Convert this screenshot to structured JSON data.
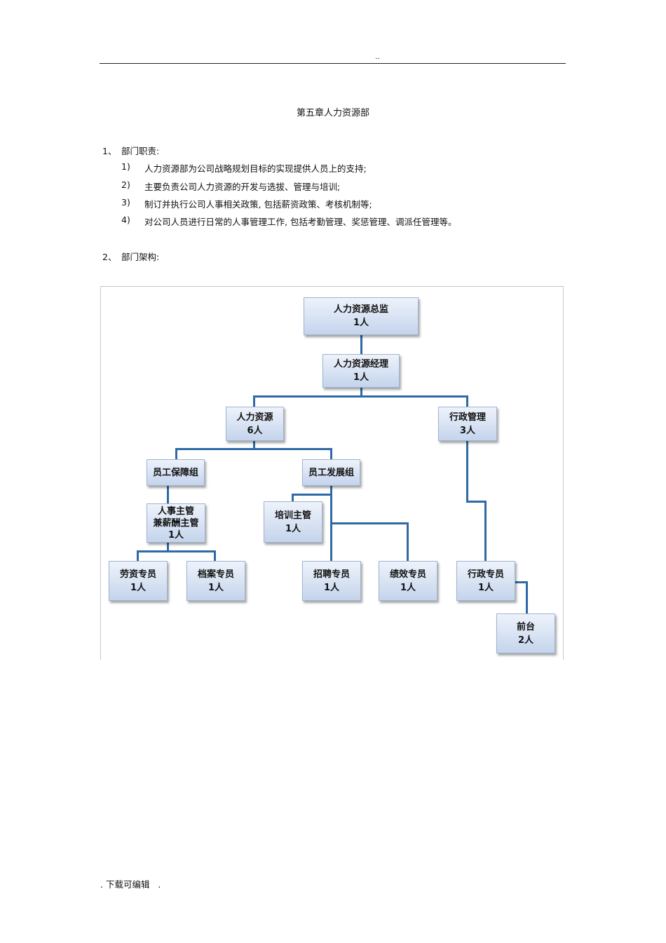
{
  "header": {
    "mark": ".."
  },
  "title": "第五章人力资源部",
  "section1": {
    "num": "1、",
    "label": "部门职责:",
    "items": [
      {
        "num": "1)",
        "text": "人力资源部为公司战略规划目标的实现提供人员上的支持;"
      },
      {
        "num": "2)",
        "text": "主要负责公司人力资源的开发与选拔、管理与培训;"
      },
      {
        "num": "3)",
        "text": "制订并执行公司人事相关政策, 包括薪资政策、考核机制等;"
      },
      {
        "num": "4)",
        "text": "对公司人员进行日常的人事管理工作, 包括考勤管理、奖惩管理、调派任管理等。"
      }
    ]
  },
  "section2": {
    "num": "2、",
    "label": "部门架构:"
  },
  "org": {
    "director": {
      "title": "人力资源总监",
      "count": "1人"
    },
    "manager": {
      "title": "人力资源经理",
      "count": "1人"
    },
    "hr": {
      "title": "人力资源",
      "count": "6人"
    },
    "admin": {
      "title": "行政管理",
      "count": "3人"
    },
    "support_group": {
      "title": "员工保障组"
    },
    "dev_group": {
      "title": "员工发展组"
    },
    "personnel_supervisor": {
      "title1": "人事主管",
      "title2": "兼薪酬主管",
      "count": "1人"
    },
    "training_supervisor": {
      "title": "培训主管",
      "count": "1人"
    },
    "labor_specialist": {
      "title": "劳资专员",
      "count": "1人"
    },
    "archive_specialist": {
      "title": "档案专员",
      "count": "1人"
    },
    "recruit_specialist": {
      "title": "招聘专员",
      "count": "1人"
    },
    "performance_specialist": {
      "title": "绩效专员",
      "count": "1人"
    },
    "admin_specialist": {
      "title": "行政专员",
      "count": "1人"
    },
    "reception": {
      "title": "前台",
      "count": "2人"
    }
  },
  "footer": ". 下载可编辑   ."
}
